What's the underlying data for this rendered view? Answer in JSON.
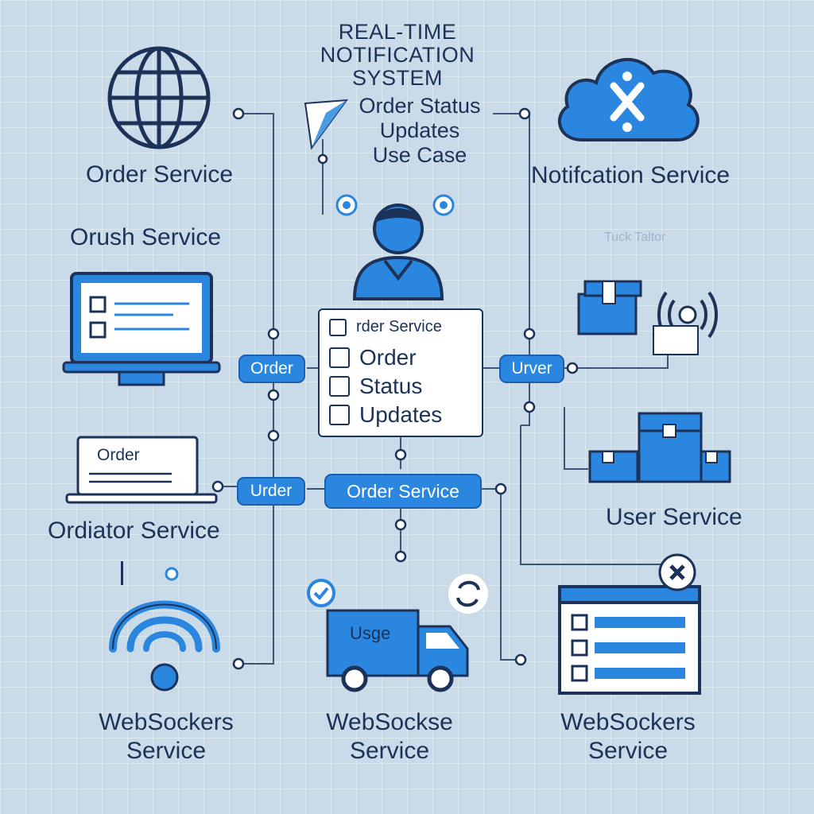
{
  "title": {
    "line1": "REAL-TIME",
    "line2": "NOTIFICATION",
    "line3": "SYSTEM"
  },
  "subtitle": {
    "line1": "Order Status",
    "line2": "Updates",
    "line3": "Use Case"
  },
  "labels": {
    "order_service": "Order Service",
    "orush_service": "Orush Service",
    "notification_service": "Notifcation Service",
    "faint_text": "Tuck Taltor",
    "ordiator_service": "Ordiator Service",
    "user_service": "User Service",
    "websockets_left_1": "WebSockers",
    "websockets_left_2": "Service",
    "websockets_mid_1": "WebSockse",
    "websockets_mid_2": "Service",
    "websockets_right_1": "WebSockers",
    "websockets_right_2": "Service"
  },
  "pills": {
    "order_left": "Order",
    "urver_right": "Urver",
    "urder_left": "Urder",
    "order_service_center": "Order Service"
  },
  "checklist": {
    "items": [
      "rder Service",
      "Order",
      "Status",
      "Updates"
    ]
  },
  "laptop_screen_text": "Order",
  "truck_text": "Usge",
  "icons": {
    "globe": "globe-icon",
    "cloud": "cloud-icon",
    "user": "user-icon",
    "monitor": "monitor-icon",
    "laptop": "laptop-icon",
    "wifi": "wifi-signal-icon",
    "truck": "truck-icon",
    "boxes": "box-icon",
    "signal": "broadcast-icon",
    "browser": "browser-window-icon"
  },
  "colors": {
    "accent": "#2b86e0",
    "dark": "#1c3258",
    "background": "#c9dbe8"
  }
}
